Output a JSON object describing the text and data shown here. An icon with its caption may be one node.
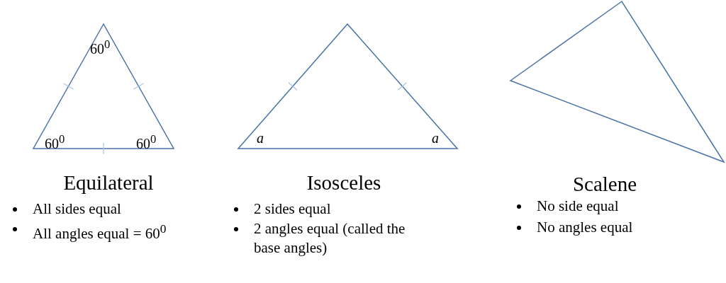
{
  "diagram": {
    "nodes": [
      {
        "text": [
          "60$^{0}$",
          "60$^{0}$",
          "60$^{0}$"
        ],
        "beside": [
          "Equilateral",
          "All sides equal",
          "All angles equal = 60$^{0}$"
        ]
      },
      {
        "text": [
          "a",
          "a"
        ],
        "beside": [
          "Isosceles",
          "2 sides equal",
          "2 angles equal (called the base angles)"
        ]
      },
      {
        "text": [],
        "shape": "triangle",
        "beside": [
          "Scalene",
          "No side equal",
          "No angles equal"
        ]
      }
    ],
    "edges": []
  }
}
